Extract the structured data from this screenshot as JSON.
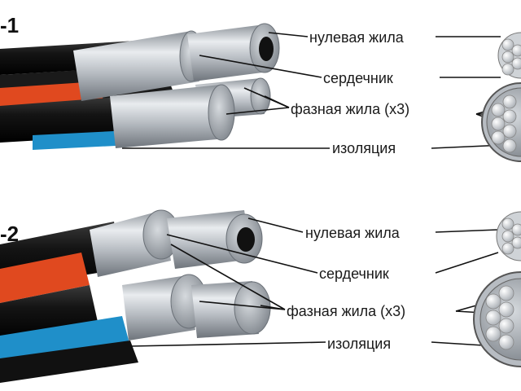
{
  "diagrams": [
    {
      "id": "-1",
      "labels": {
        "neutral": "нулевая жила",
        "core": "сердечник",
        "phase": "фазная жила (х3)",
        "insulation": "изоляция"
      }
    },
    {
      "id": "-2",
      "labels": {
        "neutral": "нулевая жила",
        "core": "сердечник",
        "phase": "фазная жила (х3)",
        "insulation": "изоляция"
      }
    }
  ],
  "colors": {
    "background": "#ffffff",
    "label_text": "#1a1a1a",
    "leader_line": "#111111",
    "insulation_black": "#111111",
    "insulation_red": "#e0491f",
    "insulation_blue": "#1f8fc9",
    "aluminum": "#b7bcc2"
  }
}
